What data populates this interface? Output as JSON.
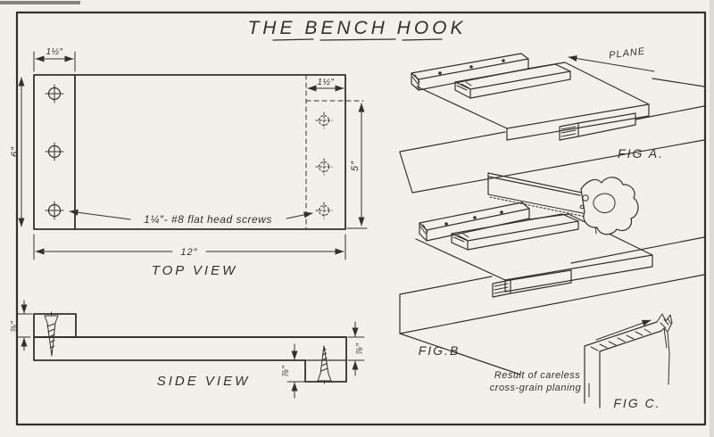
{
  "title": "THE BENCH HOOK",
  "colors": {
    "paper": "#f2f0ea",
    "ink": "#33312c"
  },
  "top_view": {
    "label": "TOP VIEW",
    "dim_cleat_width": "1½″",
    "dim_hidden_cleat_width": "1½″",
    "dim_height": "6″",
    "dim_hidden_length": "5″",
    "dim_length": "12″",
    "screw_note": "1¼″- #8 flat head screws"
  },
  "side_view": {
    "label": "SIDE VIEW",
    "dim_cleat_thickness": "⅞″",
    "dim_board_thickness": "⅞″",
    "dim_bottom_cleat_thickness": "⅞″"
  },
  "fig_a": {
    "label": "FIG A.",
    "plane_label": "PLANE"
  },
  "fig_b": {
    "label": "FIG.B"
  },
  "fig_c": {
    "label": "FIG C.",
    "caption_line1": "Result of careless",
    "caption_line2": "cross-grain planing"
  }
}
